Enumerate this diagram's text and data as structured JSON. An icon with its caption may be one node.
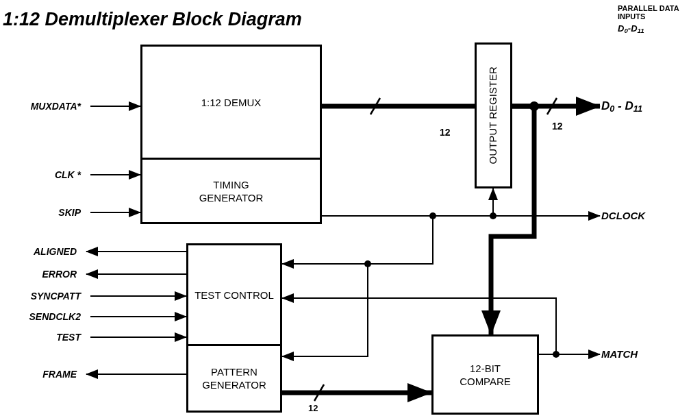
{
  "diagram": {
    "title": "1:12 Demultiplexer Block Diagram",
    "nodes": [
      {
        "text": [
          "1:12 DEMUX"
        ]
      },
      {
        "text": [
          "TIMING GENERATOR"
        ]
      },
      {
        "text": [
          "OUTPUT REGISTER"
        ]
      },
      {
        "text": [
          "TEST CONTROL"
        ]
      },
      {
        "text": [
          "PATTERN GENERATOR"
        ]
      },
      {
        "text": [
          "12-BIT COMPARE"
        ]
      },
      {
        "text": [
          "MUXDATA*"
        ]
      },
      {
        "text": [
          "CLK *"
        ]
      },
      {
        "text": [
          "SKIP"
        ]
      },
      {
        "text": [
          "ALIGNED"
        ]
      },
      {
        "text": [
          "ERROR"
        ]
      },
      {
        "text": [
          "SYNCPATT"
        ]
      },
      {
        "text": [
          "SENDCLK2"
        ]
      },
      {
        "text": [
          "TEST"
        ]
      },
      {
        "text": [
          "FRAME"
        ]
      },
      {
        "text": [
          "D$_{0}$ - D$_{11}$"
        ]
      },
      {
        "text": [
          "DCLOCK"
        ]
      },
      {
        "text": [
          "MATCH"
        ]
      }
    ],
    "edges": [
      {
        "from": 6,
        "to": 0,
        "arrow": "to"
      },
      {
        "from": 7,
        "to": 1,
        "arrow": "to"
      },
      {
        "from": 8,
        "to": 1,
        "arrow": "to"
      },
      {
        "from": 0,
        "to": 2,
        "arrow": "none",
        "style": "thick"
      },
      {
        "from": 2,
        "to": 15,
        "arrow": "to",
        "style": "thick"
      },
      {
        "from": 1,
        "to": 16,
        "arrow": "to"
      },
      {
        "from": 1,
        "to": 2,
        "arrow": "to"
      },
      {
        "from": 1,
        "to": 3,
        "arrow": "to"
      },
      {
        "from": 1,
        "to": 4,
        "arrow": "to"
      },
      {
        "from": 2,
        "to": 5,
        "arrow": "to",
        "style": "thick"
      },
      {
        "from": 4,
        "to": 5,
        "arrow": "to",
        "style": "thick"
      },
      {
        "from": 5,
        "to": 17,
        "arrow": "to"
      },
      {
        "from": 5,
        "to": 3,
        "arrow": "to"
      },
      {
        "from": 3,
        "to": 9,
        "arrow": "to"
      },
      {
        "from": 3,
        "to": 10,
        "arrow": "to"
      },
      {
        "from": 11,
        "to": 3,
        "arrow": "to"
      },
      {
        "from": 12,
        "to": 3,
        "arrow": "to"
      },
      {
        "from": 13,
        "to": 3,
        "arrow": "to"
      },
      {
        "from": 4,
        "to": 14,
        "arrow": "to"
      }
    ],
    "labels": [
      "PARALLEL DATA INPUTS",
      "D$_{0}$-D$_{11}$",
      "12",
      "12",
      "12"
    ]
  }
}
